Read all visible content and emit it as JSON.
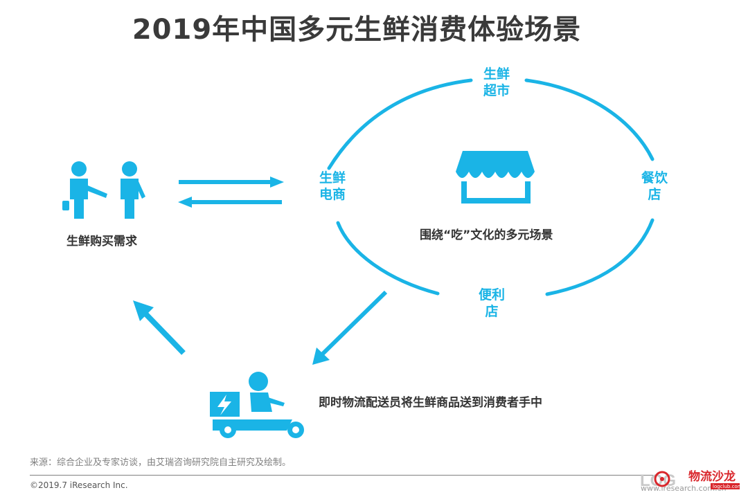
{
  "title": "2019年中国多元生鲜消费体验场景",
  "demand_label": "生鲜购买需求",
  "nodes": {
    "supermarket": [
      "生鲜",
      "超市"
    ],
    "ecommerce": [
      "生鲜",
      "电商"
    ],
    "restaurant": [
      "餐饮",
      "店"
    ],
    "convenience": [
      "便利",
      "店"
    ]
  },
  "center_label": "围绕“吃”文化的多元场景",
  "courier_label": "即时物流配送员将生鲜商品送到消费者手中",
  "source": "来源：综合企业及专家访谈，由艾瑞咨询研究院自主研究及绘制。",
  "copyright": "©2019.7 iResearch Inc.",
  "url": "www.iresearch.com.cn",
  "watermark": {
    "text": "物流沙龙",
    "subtext": "logclub.com",
    "letters": "LOG"
  },
  "colors": {
    "accent": "#1ab4e6",
    "title": "#3a3a3a",
    "text": "#333333",
    "watermark": "#d9262b"
  },
  "icons": [
    "people-icon",
    "storefront-icon",
    "delivery-scooter-icon",
    "lightning-icon",
    "arrow-icon"
  ]
}
